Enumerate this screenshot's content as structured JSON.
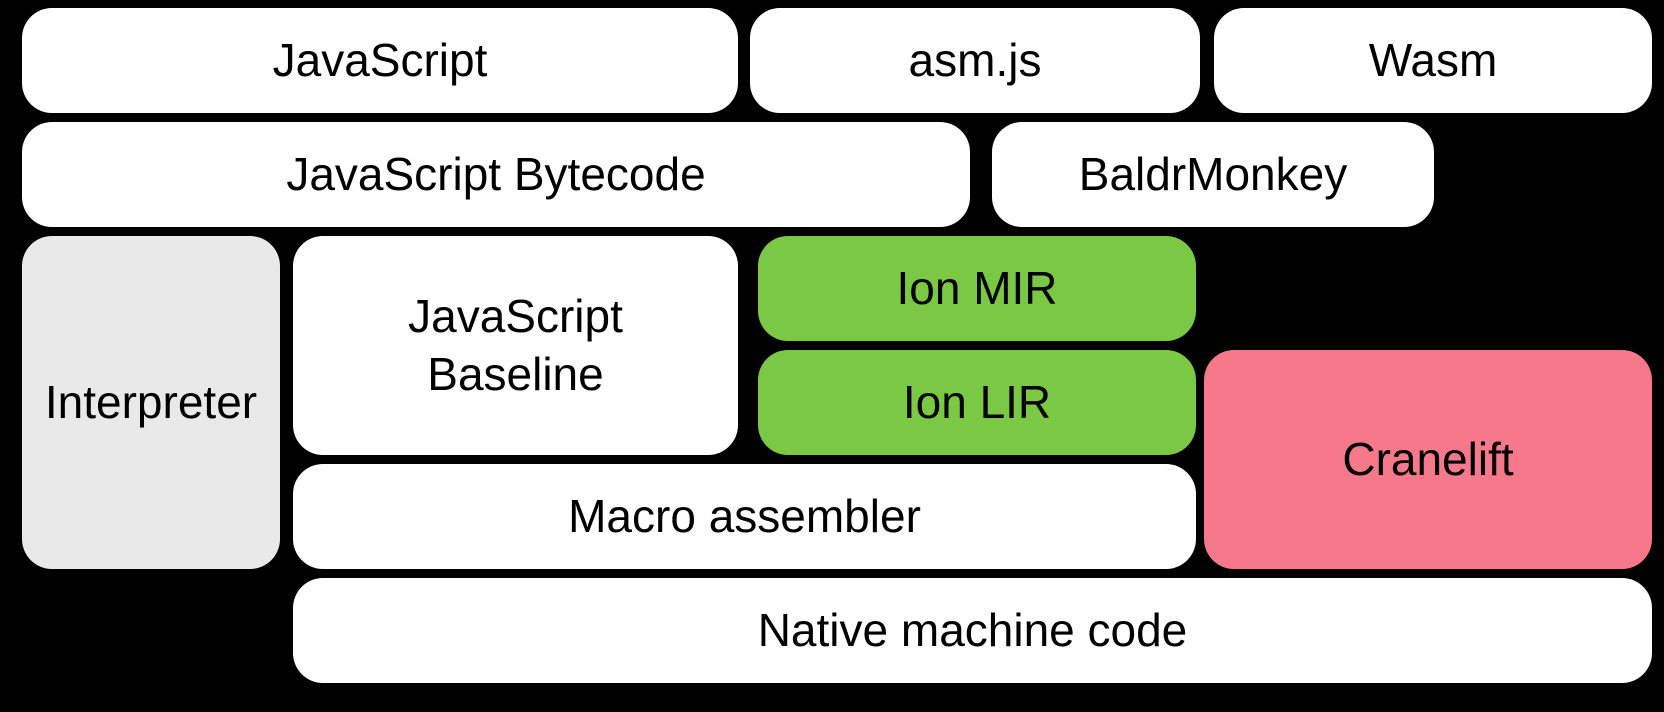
{
  "diagram": {
    "background_color": "#000000",
    "text_color": "#000000",
    "colors": {
      "box_white": "#ffffff",
      "box_gray": "#e9e9e9",
      "box_green": "#7ac843",
      "box_pink": "#f5798a"
    },
    "boxes": {
      "javascript": {
        "label": "JavaScript",
        "color": "#ffffff"
      },
      "asmjs": {
        "label": "asm.js",
        "color": "#ffffff"
      },
      "wasm": {
        "label": "Wasm",
        "color": "#ffffff"
      },
      "javascript_bytecode": {
        "label": "JavaScript Bytecode",
        "color": "#ffffff"
      },
      "baldrmonkey": {
        "label": "BaldrMonkey",
        "color": "#ffffff"
      },
      "interpreter": {
        "label": "Interpreter",
        "color": "#e9e9e9"
      },
      "javascript_baseline": {
        "label": "JavaScript\nBaseline",
        "color": "#ffffff"
      },
      "ion_mir": {
        "label": "Ion MIR",
        "color": "#7ac843"
      },
      "ion_lir": {
        "label": "Ion LIR",
        "color": "#7ac843"
      },
      "cranelift": {
        "label": "Cranelift",
        "color": "#f5798a"
      },
      "macro_assembler": {
        "label": "Macro assembler",
        "color": "#ffffff"
      },
      "native_machine_code": {
        "label": "Native machine code",
        "color": "#ffffff"
      }
    }
  }
}
